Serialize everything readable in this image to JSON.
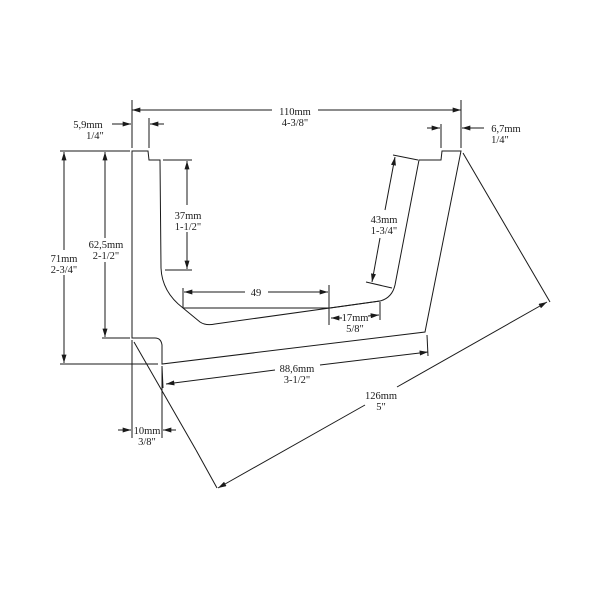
{
  "dimensions": {
    "overall_width": {
      "mm": "110mm",
      "inch": "4-3/8\""
    },
    "left_lip": {
      "mm": "5,9mm",
      "inch": "1/4\""
    },
    "right_lip": {
      "mm": "6,7mm",
      "inch": "1/4\""
    },
    "overall_height": {
      "mm": "71mm",
      "inch": "2-3/4\""
    },
    "back_height": {
      "mm": "62,5mm",
      "inch": "2-1/2\""
    },
    "inner_depth": {
      "mm": "37mm",
      "inch": "1-1/2\""
    },
    "front_slope": {
      "mm": "43mm",
      "inch": "1-3/4\""
    },
    "floor": {
      "mm": "49"
    },
    "floor_radius": {
      "mm": "17mm",
      "inch": "5/8\""
    },
    "bottom_length": {
      "mm": "88,6mm",
      "inch": "3-1/2\""
    },
    "girth": {
      "mm": "126mm",
      "inch": "5\""
    },
    "foot": {
      "mm": "10mm",
      "inch": "3/8\""
    }
  }
}
